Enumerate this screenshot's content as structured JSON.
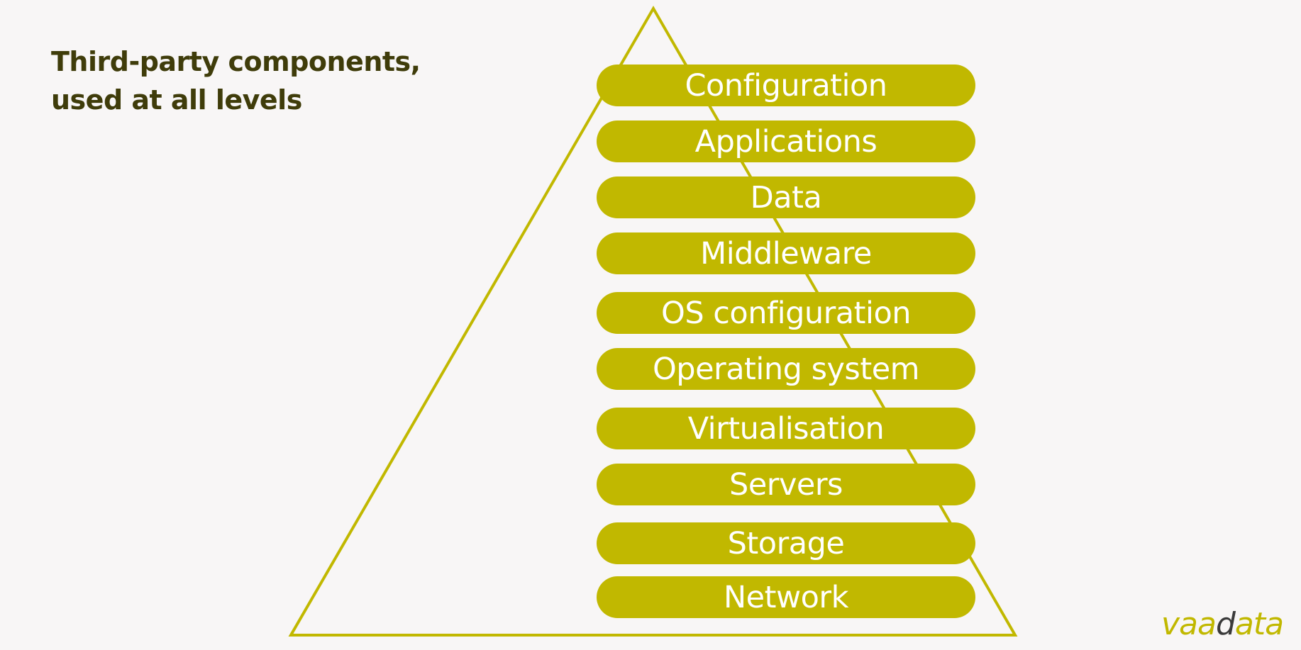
{
  "heading": {
    "line1": "Third-party components,",
    "line2": "used at all levels"
  },
  "colors": {
    "background": "#f8f6f6",
    "accent": "#c1b800",
    "heading": "#3f3c0a",
    "layer_text": "#ffffff",
    "logo_dark": "#3a3a3a"
  },
  "layers": [
    "Configuration",
    "Applications",
    "Data",
    "Middleware",
    "OS configuration",
    "Operating system",
    "Virtualisation",
    "Servers",
    "Storage",
    "Network"
  ],
  "logo": {
    "part1": "vaa",
    "part2": "d",
    "part3": "ata"
  }
}
